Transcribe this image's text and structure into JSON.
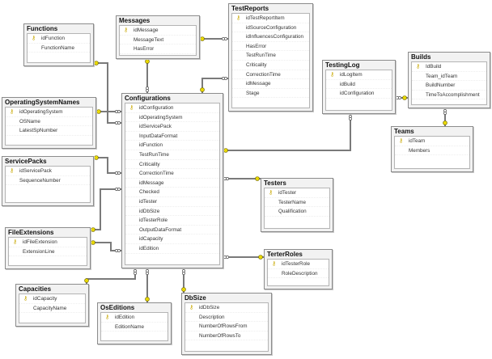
{
  "tables": [
    {
      "id": "functions",
      "name": "Functions",
      "columns": [
        {
          "name": "idFunction",
          "pk": true
        },
        {
          "name": "FunctionName"
        }
      ]
    },
    {
      "id": "messages",
      "name": "Messages",
      "columns": [
        {
          "name": "idMessage",
          "pk": true
        },
        {
          "name": "MessageText"
        },
        {
          "name": "HasError"
        }
      ]
    },
    {
      "id": "testreports",
      "name": "TestReports",
      "columns": [
        {
          "name": "idTestReportItem",
          "pk": true
        },
        {
          "name": "idSourceConfiguration"
        },
        {
          "name": "idInfluencesConfiguration"
        },
        {
          "name": "HasError"
        },
        {
          "name": "TestRunTime"
        },
        {
          "name": "Criticality"
        },
        {
          "name": "CorrectionTime"
        },
        {
          "name": "idMessage"
        },
        {
          "name": "Stage"
        }
      ]
    },
    {
      "id": "configurations",
      "name": "Configurations",
      "columns": [
        {
          "name": "idConfiguration",
          "pk": true
        },
        {
          "name": "idOperatingSystem"
        },
        {
          "name": "idServicePack"
        },
        {
          "name": "InputDataFormat"
        },
        {
          "name": "idFunction"
        },
        {
          "name": "TestRunTime"
        },
        {
          "name": "Criticality"
        },
        {
          "name": "CorrectionTime"
        },
        {
          "name": "idMessage"
        },
        {
          "name": "Checked"
        },
        {
          "name": "idTester"
        },
        {
          "name": "idDbSize"
        },
        {
          "name": "idTesterRole"
        },
        {
          "name": "OutputDataFormat"
        },
        {
          "name": "idCapacity"
        },
        {
          "name": "idEdition"
        }
      ]
    },
    {
      "id": "osnames",
      "name": "OperatingSystemNames",
      "columns": [
        {
          "name": "idOperatingSystem",
          "pk": true
        },
        {
          "name": "OSName"
        },
        {
          "name": "LatestSpNumber"
        }
      ]
    },
    {
      "id": "servicepacks",
      "name": "ServicePacks",
      "columns": [
        {
          "name": "idServicePack",
          "pk": true
        },
        {
          "name": "SequenceNumber"
        }
      ]
    },
    {
      "id": "fileext",
      "name": "FileExtensions",
      "columns": [
        {
          "name": "idFileExtension",
          "pk": true
        },
        {
          "name": "ExtensionLine"
        }
      ]
    },
    {
      "id": "capacities",
      "name": "Capacities",
      "columns": [
        {
          "name": "idCapacity",
          "pk": true
        },
        {
          "name": "CapacityName"
        }
      ]
    },
    {
      "id": "oseditions",
      "name": "OsEditions",
      "columns": [
        {
          "name": "idEdition",
          "pk": true
        },
        {
          "name": "EditionName"
        }
      ]
    },
    {
      "id": "dbsize",
      "name": "DbSize",
      "columns": [
        {
          "name": "idDbSize",
          "pk": true
        },
        {
          "name": "Description"
        },
        {
          "name": "NumberOfRowsFrom"
        },
        {
          "name": "NumberOfRowsTo"
        }
      ]
    },
    {
      "id": "testers",
      "name": "Testers",
      "columns": [
        {
          "name": "idTester",
          "pk": true
        },
        {
          "name": "TesterName"
        },
        {
          "name": "Qualification"
        }
      ]
    },
    {
      "id": "terterroles",
      "name": "TerterRoles",
      "columns": [
        {
          "name": "idTesterRole",
          "pk": true
        },
        {
          "name": "RoleDescription"
        }
      ]
    },
    {
      "id": "testinglog",
      "name": "TestingLog",
      "columns": [
        {
          "name": "idLogItem",
          "pk": true
        },
        {
          "name": "idBuild"
        },
        {
          "name": "idConfiguration"
        }
      ]
    },
    {
      "id": "builds",
      "name": "Builds",
      "columns": [
        {
          "name": "IdBuild",
          "pk": true
        },
        {
          "name": "Team_idTeam"
        },
        {
          "name": "BuildNumber"
        },
        {
          "name": "TimeToAccomplishment"
        }
      ]
    },
    {
      "id": "teams",
      "name": "Teams",
      "columns": [
        {
          "name": "idTeam",
          "pk": true
        },
        {
          "name": "Members"
        }
      ]
    }
  ],
  "colors": {
    "key": "#e8d800",
    "line": "#7a7a7a"
  }
}
